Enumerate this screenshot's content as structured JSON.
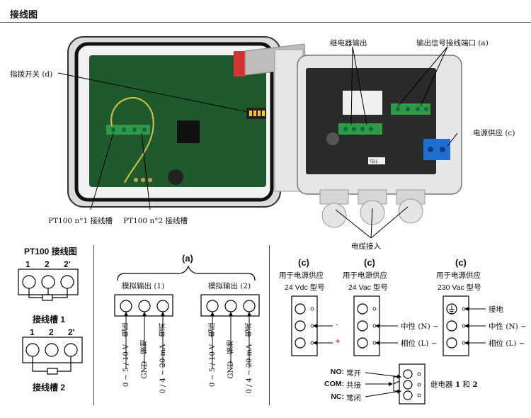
{
  "header": {
    "title": "接线图"
  },
  "photo": {
    "dip_switch_label": "指拨开关 (d)",
    "relay_output_label": "继电器输出",
    "output_terminal_label": "输出信号接线端口 (a)",
    "power_supply_label": "电源供应 (c)",
    "pt100_slot1_label": "PT100 n°1 接线槽",
    "pt100_slot2_label": "PT100 n°2 接线槽",
    "cable_entry_label": "电缆接入",
    "board_label": "TB1"
  },
  "pt100": {
    "title": "PT100  接线图",
    "slot1": {
      "pins": [
        "1",
        "2",
        "2'"
      ],
      "label": "接线槽  1"
    },
    "slot2": {
      "pins": [
        "1",
        "2",
        "2'"
      ],
      "label": "接线槽  2"
    }
  },
  "analog": {
    "marker": "(a)",
    "out1_label": "模拟输出  (1)",
    "out2_label": "模拟输出  (2)",
    "signals": [
      "0 ~ 5 / 10 V - 电压",
      "GND - 接地",
      "0 / 4 ~ 20 mA - 电流"
    ]
  },
  "power": {
    "marker": "(c)",
    "col1": {
      "title": "用于电源供应",
      "model": "24 Vdc  型号",
      "minus": "-",
      "plus": "+"
    },
    "col2": {
      "title": "用于电源供应",
      "model": "24 Vac  型号",
      "neutral": "中性  (N) ~",
      "phase": "相位  (L) ~"
    },
    "col3": {
      "title": "用于电源供应",
      "model": "230 Vac  型号",
      "ground": "接地",
      "neutral": "中性  (N) ~",
      "phase": "相位  (L) ~"
    }
  },
  "relay": {
    "no_key": "NO:",
    "no_val": "常开",
    "com_key": "COM:",
    "com_val": "共接",
    "nc_key": "NC:",
    "nc_val": "常闭",
    "label_prefix": "继电器  ",
    "n1": "1",
    "and": "  和  ",
    "n2": "2"
  },
  "colors": {
    "pcb_green": "#1f5a2e",
    "case_white": "#e6e6e6",
    "terminal_green": "#2e9a46",
    "power_blue": "#1f6fd1",
    "ribbon_red": "#d23434",
    "plus_red": "#e02020"
  }
}
